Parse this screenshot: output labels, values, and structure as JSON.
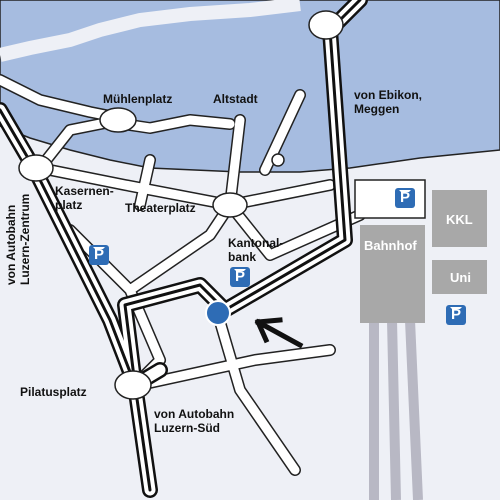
{
  "places": {
    "muehlenplatz": "Mühlenplatz",
    "altstadt": "Altstadt",
    "kasernenplatz_1": "Kasernen-",
    "kasernenplatz_2": "platz",
    "theaterplatz": "Theaterplatz",
    "kantonalbank_1": "Kantonal-",
    "kantonalbank_2": "bank",
    "pilatusplatz": "Pilatusplatz",
    "bahnhof": "Bahnhof",
    "kkl": "KKL",
    "uni": "Uni"
  },
  "directions": {
    "ebikon_1": "von Ebikon,",
    "ebikon_2": "Meggen",
    "zentrum_1": "von Autobahn",
    "zentrum_2": "Luzern-Zentrum",
    "sued_1": "von Autobahn",
    "sued_2": "Luzern-Süd"
  },
  "parking_symbol": "P",
  "colors": {
    "lake": "#a6bce0",
    "background": "#eef0f6",
    "block": "#a8a8a8",
    "parking": "#2e6cb5",
    "destination": "#2e6cb5"
  }
}
